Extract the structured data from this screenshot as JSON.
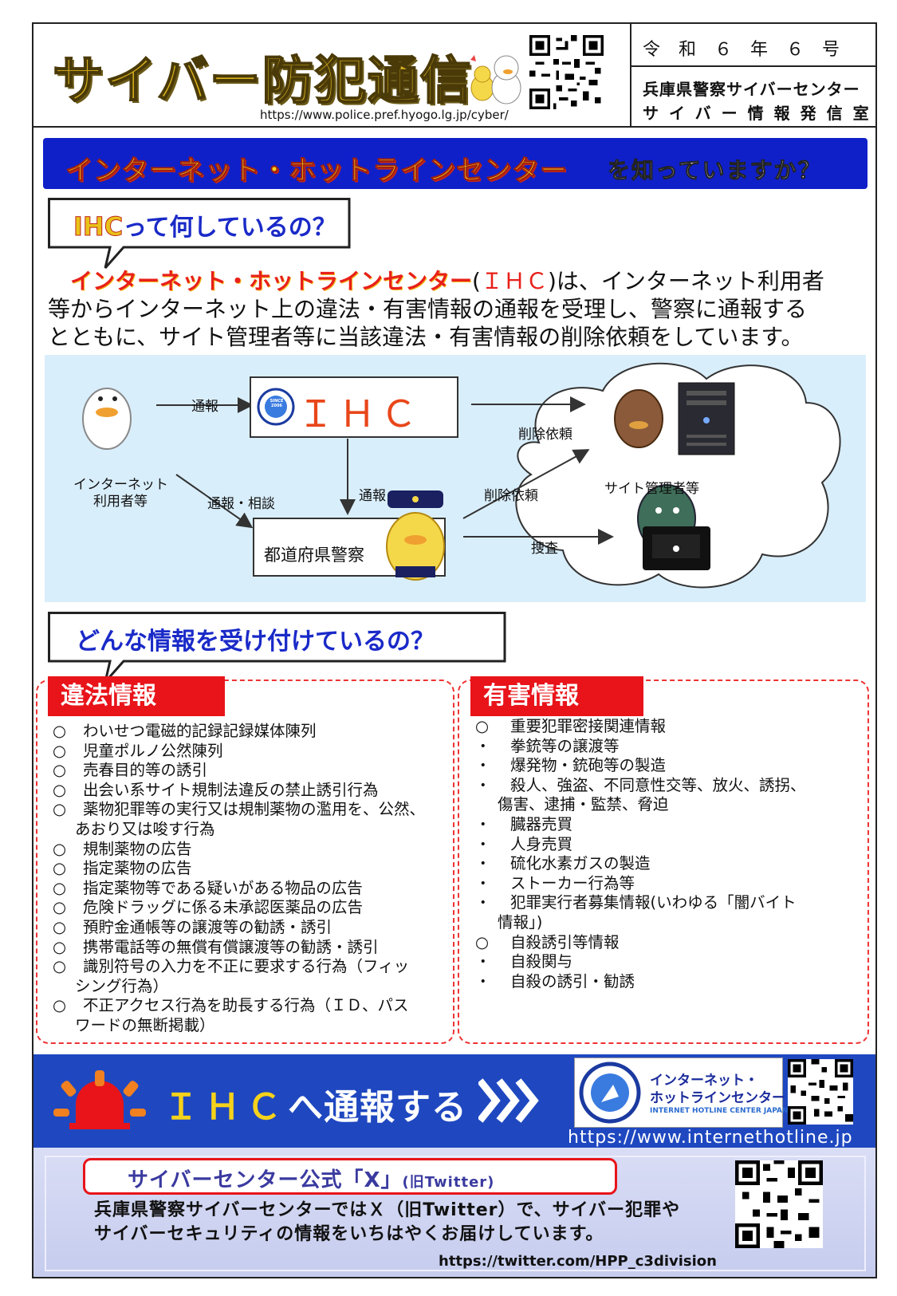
{
  "header": {
    "title": "サイバー防犯通信",
    "url": "https://www.police.pref.hyogo.lg.jp/cyber/",
    "issue": "令和６年６号",
    "dept_line1": "兵庫県警察サイバーセンター",
    "dept_line2": "サイバー情報発信室"
  },
  "banner": {
    "main": "インターネット・ホットラインセンター",
    "sub": "を知っていますか？"
  },
  "section1": {
    "heading_ihc": "IHC",
    "heading_rest": "って何しているの？",
    "intro_hl": "インターネット・ホットラインセンター",
    "intro_p1": "(",
    "intro_ihc": "ＩＨＣ",
    "intro_p2": ")は、インターネット利用者",
    "intro_line2": "等からインターネット上の違法・有害情報の通報を受理し、警察に通報する",
    "intro_line3": "とともに、サイト管理者等に当該違法・有害情報の削除依頼をしています。"
  },
  "diagram": {
    "user_label1": "インターネット",
    "user_label2": "利用者等",
    "ihc_box": "ＩＨＣ",
    "police_box": "都道府県警察",
    "site_label": "サイト管理者等",
    "arrow_report": "通報",
    "arrow_report2": "通報",
    "arrow_consult": "通報・相談",
    "arrow_delete1": "削除依頼",
    "arrow_delete2": "削除依頼",
    "arrow_investigate": "捜査",
    "seal_text": "SINCE 2006"
  },
  "section2": {
    "heading": "どんな情報を受け付けているの？"
  },
  "illegal": {
    "tag": "違法情報",
    "items": [
      [
        "○",
        "わいせつ電磁的記録記録媒体陳列"
      ],
      [
        "○",
        "児童ポルノ公然陳列"
      ],
      [
        "○",
        "売春目的等の誘引"
      ],
      [
        "○",
        "出会い系サイト規制法違反の禁止誘引行為"
      ],
      [
        "○",
        "薬物犯罪等の実行又は規制薬物の濫用を、公然、"
      ],
      [
        "",
        "あおり又は唆す行為"
      ],
      [
        "○",
        "規制薬物の広告"
      ],
      [
        "○",
        "指定薬物の広告"
      ],
      [
        "○",
        "指定薬物等である疑いがある物品の広告"
      ],
      [
        "○",
        "危険ドラッグに係る未承認医薬品の広告"
      ],
      [
        "○",
        "預貯金通帳等の譲渡等の勧誘・誘引"
      ],
      [
        "○",
        "携帯電話等の無償有償譲渡等の勧誘・誘引"
      ],
      [
        "○",
        "識別符号の入力を不正に要求する行為（フィッ"
      ],
      [
        "",
        "シング行為）"
      ],
      [
        "○",
        "不正アクセス行為を助長する行為（ＩＤ、パス"
      ],
      [
        "",
        "ワードの無断掲載）"
      ]
    ]
  },
  "harmful": {
    "tag": "有害情報",
    "items": [
      [
        "○",
        "重要犯罪密接関連情報"
      ],
      [
        "・",
        "拳銃等の譲渡等"
      ],
      [
        "・",
        "爆発物・銃砲等の製造"
      ],
      [
        "・",
        "殺人、強盗、不同意性交等、放火、誘拐、"
      ],
      [
        "",
        "傷害、逮捕・監禁、脅迫"
      ],
      [
        "・",
        "臓器売買"
      ],
      [
        "・",
        "人身売買"
      ],
      [
        "・",
        "硫化水素ガスの製造"
      ],
      [
        "・",
        "ストーカー行為等"
      ],
      [
        "・",
        "犯罪実行者募集情報(いわゆる「闇バイト"
      ],
      [
        "",
        "情報」)"
      ],
      [
        "○",
        "自殺誘引等情報"
      ],
      [
        "・",
        "自殺関与"
      ],
      [
        "・",
        "自殺の誘引・勧誘"
      ]
    ]
  },
  "report": {
    "ihc": "ＩＨＣ",
    "text": "へ通報する",
    "card_line1": "インターネット・",
    "card_line2": "ホットラインセンター",
    "card_line3": "INTERNET HOTLINE CENTER JAPAN",
    "url": "https://www.internethotline.jp"
  },
  "xsection": {
    "title": "サイバーセンター公式「X」",
    "title_small": "(旧Twitter)",
    "body1": "兵庫県警察サイバーセンターではＸ（旧Twitter）で、サイバー犯罪や",
    "body2": "サイバーセキュリティの情報をいちはやくお届けしています。",
    "url": "https://twitter.com/HPP_c3division"
  },
  "colors": {
    "banner_blue": "#0f20c8",
    "accent_red": "#e8141a",
    "band_blue": "#1f48c0",
    "title_gold": "#d9b21e"
  }
}
